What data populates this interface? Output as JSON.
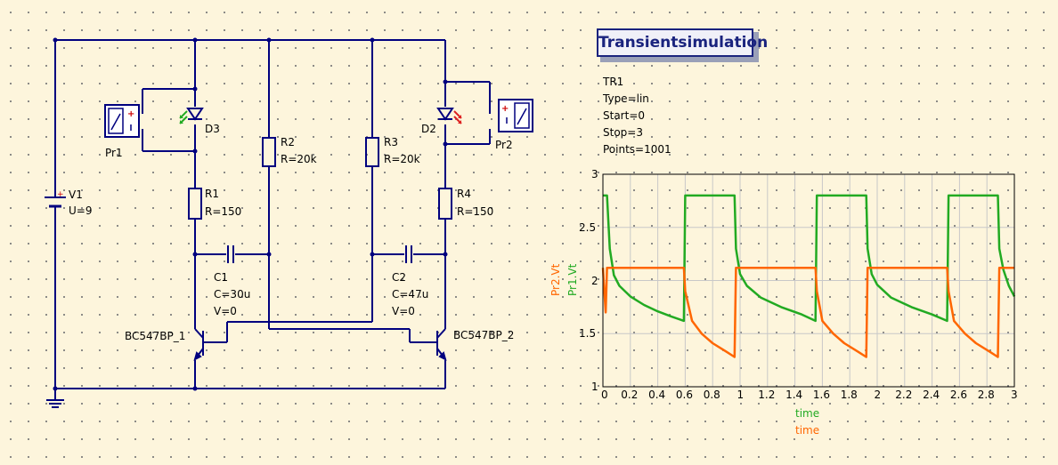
{
  "schematic": {
    "source": {
      "name": "V1",
      "value": "U=9"
    },
    "probes": [
      {
        "name": "Pr1"
      },
      {
        "name": "Pr2"
      }
    ],
    "diodes": [
      {
        "name": "D3",
        "color": "#22aa22"
      },
      {
        "name": "D2",
        "color": "#dd2222"
      }
    ],
    "resistors": [
      {
        "name": "R1",
        "value": "R=150"
      },
      {
        "name": "R2",
        "value": "R=20k"
      },
      {
        "name": "R3",
        "value": "R=20k"
      },
      {
        "name": "R4",
        "value": "R=150"
      }
    ],
    "capacitors": [
      {
        "name": "C1",
        "value": "C=30u",
        "init": "V=0"
      },
      {
        "name": "C2",
        "value": "C=47u",
        "init": "V=0"
      }
    ],
    "transistors": [
      {
        "name": "BC547BP_1"
      },
      {
        "name": "BC547BP_2"
      }
    ],
    "wire_color": "#00007f"
  },
  "simulation": {
    "title": "Transientsimulation",
    "params": [
      "TR1",
      "Type=lin",
      "Start=0",
      "Stop=3",
      "Points=1001"
    ]
  },
  "chart_data": {
    "type": "line",
    "xlabel": "time",
    "xlim": [
      0,
      3
    ],
    "ylim": [
      1,
      3
    ],
    "xticks": [
      "0",
      "0.2",
      "0.4",
      "0.6",
      "0.8",
      "1",
      "1.2",
      "1.4",
      "1.6",
      "1.8",
      "2",
      "2.2",
      "2.4",
      "2.6",
      "2.8",
      "3"
    ],
    "yticks": [
      "1",
      "1.5",
      "2",
      "2.5",
      "3"
    ],
    "grid": true,
    "series": [
      {
        "name": "Pr1.Vt",
        "color": "#22aa22",
        "points": [
          [
            0,
            2.8
          ],
          [
            0.03,
            2.8
          ],
          [
            0.05,
            2.3
          ],
          [
            0.08,
            2.05
          ],
          [
            0.12,
            1.95
          ],
          [
            0.2,
            1.85
          ],
          [
            0.3,
            1.77
          ],
          [
            0.4,
            1.71
          ],
          [
            0.5,
            1.66
          ],
          [
            0.59,
            1.62
          ],
          [
            0.6,
            2.8
          ],
          [
            0.96,
            2.8
          ],
          [
            0.97,
            2.3
          ],
          [
            1.0,
            2.06
          ],
          [
            1.05,
            1.95
          ],
          [
            1.15,
            1.84
          ],
          [
            1.3,
            1.75
          ],
          [
            1.45,
            1.68
          ],
          [
            1.55,
            1.62
          ],
          [
            1.56,
            2.8
          ],
          [
            1.92,
            2.8
          ],
          [
            1.93,
            2.3
          ],
          [
            1.96,
            2.06
          ],
          [
            2.0,
            1.96
          ],
          [
            2.1,
            1.84
          ],
          [
            2.25,
            1.75
          ],
          [
            2.4,
            1.68
          ],
          [
            2.51,
            1.62
          ],
          [
            2.52,
            2.8
          ],
          [
            2.88,
            2.8
          ],
          [
            2.89,
            2.3
          ],
          [
            2.92,
            2.1
          ],
          [
            2.96,
            1.95
          ],
          [
            3.0,
            1.85
          ]
        ]
      },
      {
        "name": "Pr2.Vt",
        "color": "#ff6600",
        "points": [
          [
            0,
            2.12
          ],
          [
            0.02,
            1.7
          ],
          [
            0.03,
            2.12
          ],
          [
            0.59,
            2.12
          ],
          [
            0.6,
            1.9
          ],
          [
            0.65,
            1.62
          ],
          [
            0.72,
            1.5
          ],
          [
            0.8,
            1.41
          ],
          [
            0.9,
            1.33
          ],
          [
            0.96,
            1.28
          ],
          [
            0.97,
            2.12
          ],
          [
            1.55,
            2.12
          ],
          [
            1.56,
            1.9
          ],
          [
            1.6,
            1.62
          ],
          [
            1.68,
            1.5
          ],
          [
            1.76,
            1.41
          ],
          [
            1.86,
            1.33
          ],
          [
            1.92,
            1.28
          ],
          [
            1.93,
            2.12
          ],
          [
            2.51,
            2.12
          ],
          [
            2.52,
            1.9
          ],
          [
            2.56,
            1.62
          ],
          [
            2.64,
            1.5
          ],
          [
            2.72,
            1.41
          ],
          [
            2.82,
            1.33
          ],
          [
            2.88,
            1.28
          ],
          [
            2.89,
            2.12
          ],
          [
            3.0,
            2.12
          ]
        ]
      }
    ]
  }
}
